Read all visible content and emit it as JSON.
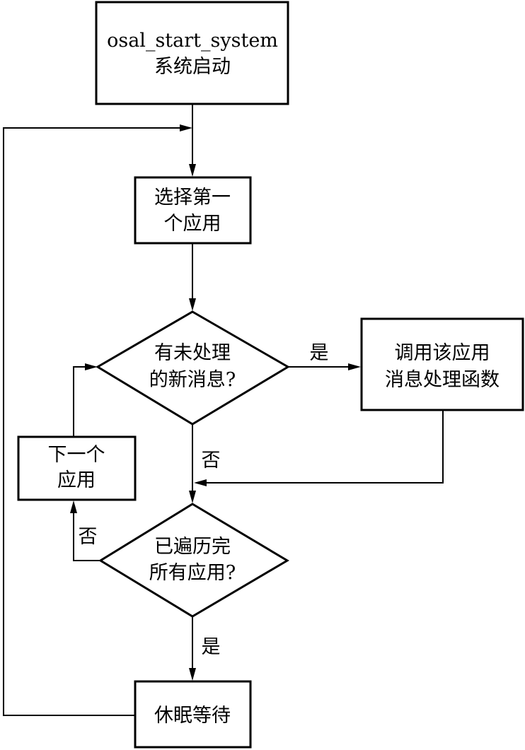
{
  "nodes": {
    "start": {
      "line1": "osal_start_system",
      "line2": "系统启动"
    },
    "select_first": {
      "line1": "选择第一",
      "line2": "个应用"
    },
    "has_message": {
      "line1": "有未处理",
      "line2": "的新消息?"
    },
    "call_handler": {
      "line1": "调用该应用",
      "line2": "消息处理函数"
    },
    "next_app": {
      "line1": "下一个",
      "line2": "应用"
    },
    "traversed_all": {
      "line1": "已遍历完",
      "line2": "所有应用?"
    },
    "sleep": {
      "line1": "休眠等待"
    }
  },
  "edge_labels": {
    "has_message_yes": "是",
    "has_message_no": "否",
    "traversed_all_no": "否",
    "traversed_all_yes": "是"
  }
}
